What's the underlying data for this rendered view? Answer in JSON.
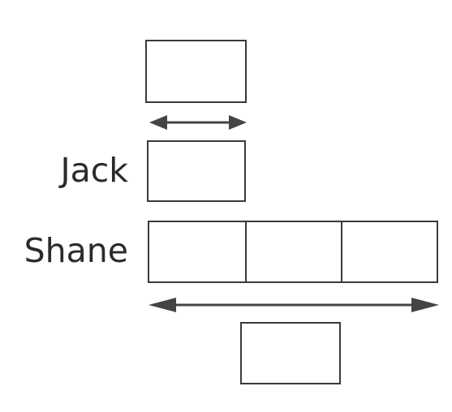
{
  "labels": {
    "jack": "Jack",
    "shane": "Shane"
  },
  "bar_model": {
    "jack_units": 1,
    "shane_units": 3
  },
  "colors": {
    "line": "#3a3a3a",
    "text": "#2b2b2b",
    "arrow": "#444444"
  }
}
